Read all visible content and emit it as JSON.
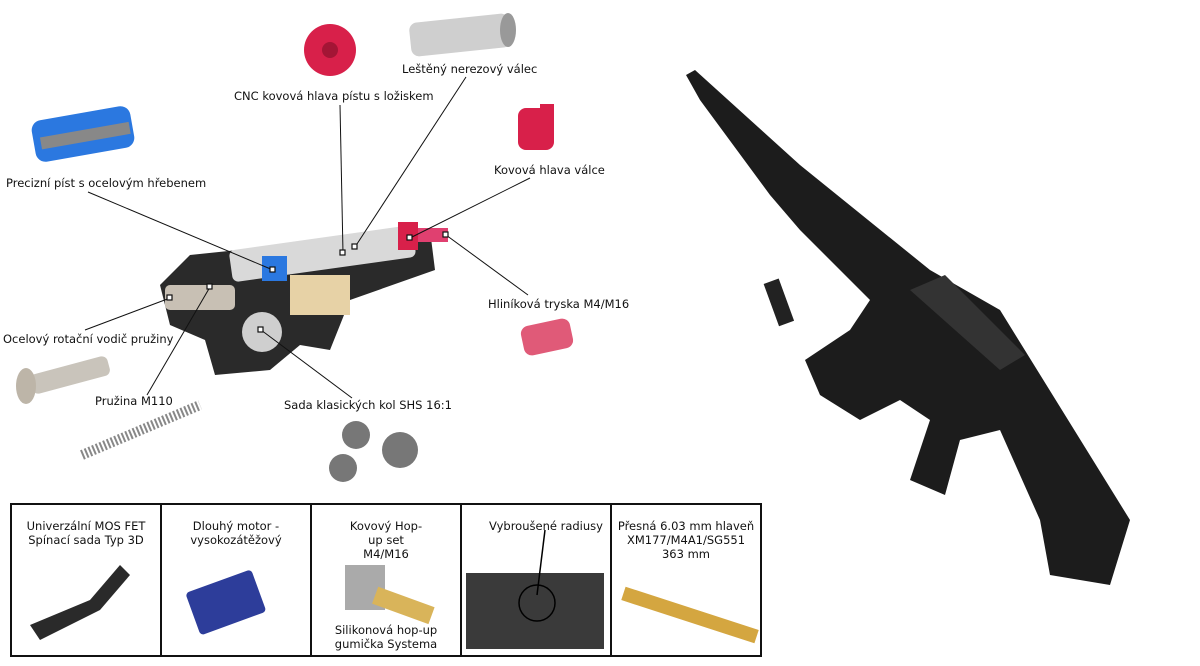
{
  "labels": {
    "piston": "Precizní píst s ocelovým hřebenem",
    "piston_head": "CNC kovová hlava pístu s ložiskem",
    "cylinder": "Leštěný nerezový válec",
    "cylinder_head": "Kovová hlava válce",
    "nozzle": "Hliníková tryska M4/M16",
    "spring_guide": "Ocelový rotační vodič pružiny",
    "spring": "Pružina M110",
    "gears": "Sada klasických kol SHS 16:1"
  },
  "boxes": [
    {
      "title": "Univerzální MOS FET Spínací sada Typ 3D"
    },
    {
      "title": "Dlouhý motor - vysokozátěžový"
    },
    {
      "title": "Kovový Hop-up set M4/M16",
      "bottom": "Silikonová hop-up gumička Systema"
    },
    {
      "title": "Vybroušené radiusy"
    },
    {
      "title": "Přesná 6.03 mm hlaveň XM177/M4A1/SG551 363 mm"
    }
  ],
  "colors": {
    "blue": "#2b78e0",
    "red": "#d8204a",
    "metal": "#c8c8c8",
    "black": "#1a1a1a",
    "brass": "#d4a640"
  }
}
